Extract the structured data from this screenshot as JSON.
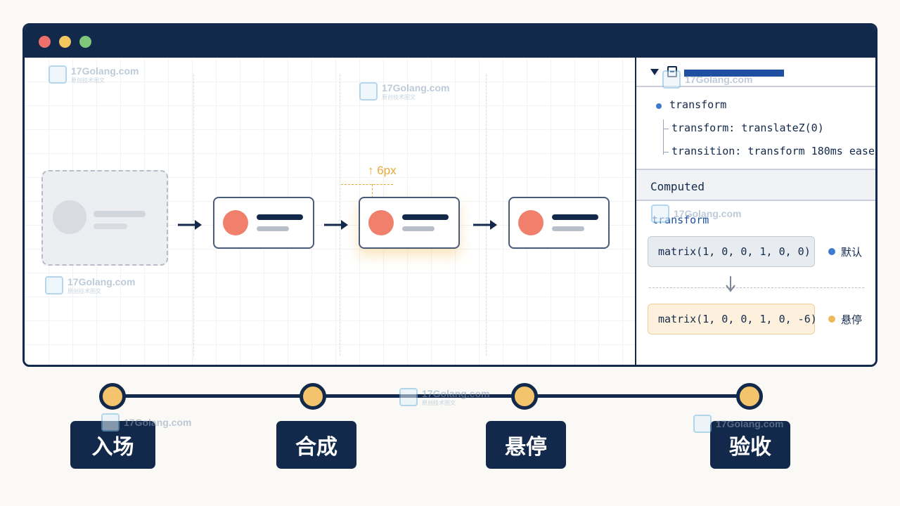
{
  "offset": {
    "label": "↑ 6px"
  },
  "panel": {
    "rule": {
      "property": "transform",
      "declarations": [
        "transform: translateZ(0)",
        "transition: transform 180ms ease"
      ]
    },
    "computed": {
      "header": "Computed",
      "property": "transform",
      "default_value": "matrix(1, 0, 0, 1, 0, 0)",
      "default_state": "默认",
      "hover_value": "matrix(1, 0, 0, 1, 0, -6)",
      "hover_state": "悬停"
    }
  },
  "timeline": {
    "stages": [
      "入场",
      "合成",
      "悬停",
      "验收"
    ]
  },
  "watermark": {
    "site": "17Golang.com",
    "sub": "原创技术图文"
  },
  "colors": {
    "navy": "#13294b",
    "accent_red": "#f0806c",
    "accent_amber": "#f3c46b",
    "link_blue": "#1e4fa1"
  },
  "icons": [
    "collapse-triangle-icon",
    "document-icon",
    "arrow-right-icon",
    "arrow-down-icon"
  ]
}
